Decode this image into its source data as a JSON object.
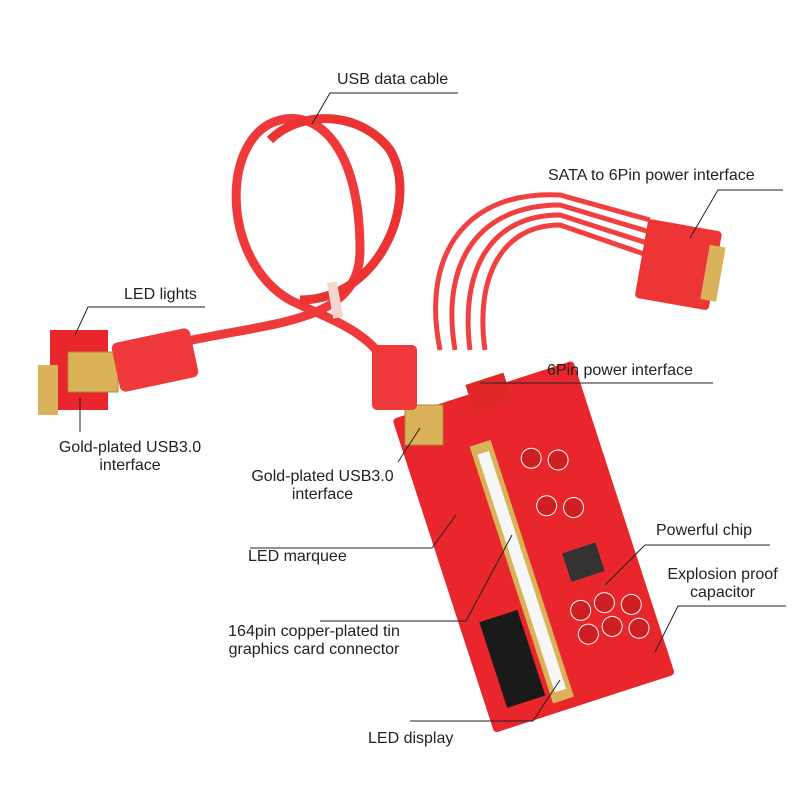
{
  "labels": {
    "usb_cable": "USB data cable",
    "sata": "SATA to 6Pin power interface",
    "led_lights": "LED lights",
    "six_pin": "6Pin power interface",
    "usb_left_1": "Gold-plated USB3.0",
    "usb_left_2": "interface",
    "usb_center_1": "Gold-plated USB3.0",
    "usb_center_2": "interface",
    "led_marquee": "LED marquee",
    "connector_1": "164pin copper-plated tin",
    "connector_2": "graphics card connector",
    "chip": "Powerful chip",
    "capacitor_1": "Explosion proof",
    "capacitor_2": "capacitor",
    "led_display": "LED display"
  },
  "colors": {
    "board": "#e8262b",
    "cable": "#f0393a",
    "gold": "#d9b25a",
    "line": "#222222"
  }
}
